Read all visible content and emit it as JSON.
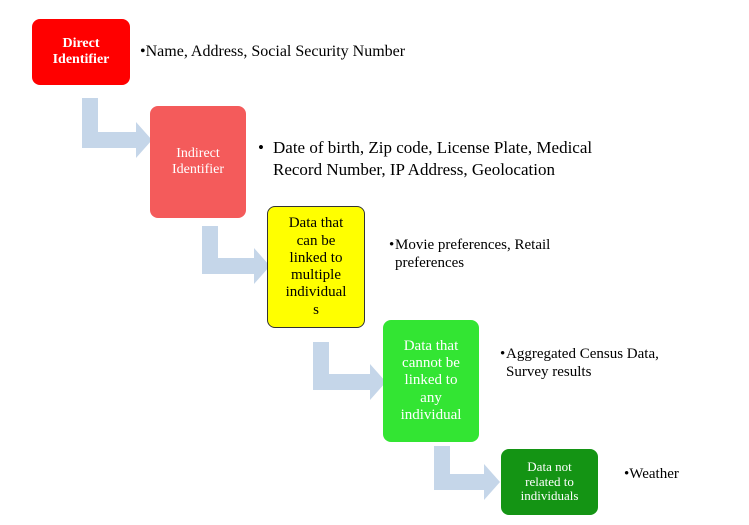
{
  "levels": [
    {
      "label": "Direct\nIdentifier",
      "color": "#ff0000",
      "text_color": "#ffffff",
      "bullet": "•",
      "description": "Name, Address, Social Security Number"
    },
    {
      "label": "Indirect\nIdentifier",
      "color": "#f45b5b",
      "text_color": "#ffffff",
      "bullet": "•",
      "description": "Date of birth, Zip code, License Plate, Medical\nRecord Number, IP Address, Geolocation"
    },
    {
      "label": "Data that\ncan be\nlinked to\nmultiple\nindividual\ns",
      "color": "#ffff00",
      "text_color": "#000000",
      "bullet": "•",
      "description": "Movie preferences, Retail\npreferences"
    },
    {
      "label": "Data that\ncannot be\nlinked to\nany\nindividual",
      "color": "#33e533",
      "text_color": "#ffffff",
      "bullet": "•",
      "description": "Aggregated Census Data,\nSurvey results"
    },
    {
      "label": "Data not\nrelated to\nindividuals",
      "color": "#149414",
      "text_color": "#ffffff",
      "bullet": "•",
      "description": "Weather"
    }
  ],
  "arrow_color": "#c5d6e9"
}
